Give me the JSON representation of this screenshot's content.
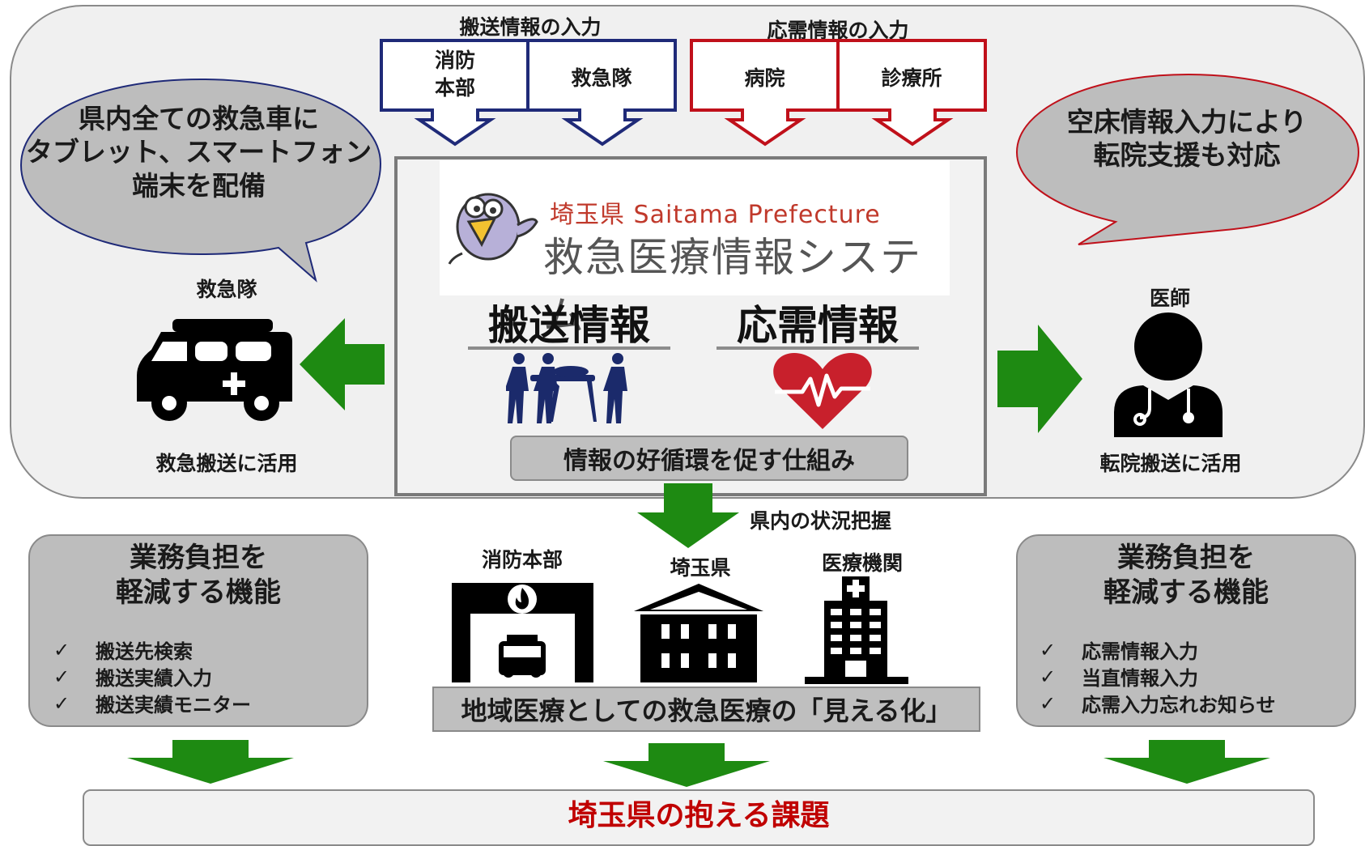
{
  "inputs": {
    "transport": {
      "title": "搬送情報の入力",
      "boxes": [
        "消防\n本部",
        "救急隊"
      ]
    },
    "response": {
      "title": "応需情報の入力",
      "boxes": [
        "病院",
        "診療所"
      ]
    }
  },
  "system": {
    "logo_prefecture": "埼玉県",
    "logo_english": "Saitama Prefecture",
    "logo_name": "救急医療情報システム",
    "transport_heading": "搬送情報",
    "response_heading": "応需情報",
    "cycle_label": "情報の好循環を促す仕組み"
  },
  "left": {
    "bubble": [
      "県内全ての救急車に",
      "タブレット、スマートフォン",
      "端末を配備"
    ],
    "actor_label": "救急隊",
    "usage_label": "救急搬送に活用"
  },
  "right": {
    "bubble": [
      "空床情報入力により",
      "転院支援も対応"
    ],
    "actor_label": "医師",
    "usage_label": "転院搬送に活用"
  },
  "center_flow": {
    "grasp_label": "県内の状況把握",
    "orgs": [
      "消防本部",
      "埼玉県",
      "医療機関"
    ],
    "visualization_label": "地域医療としての救急医療の「見える化」"
  },
  "left_features": {
    "title": [
      "業務負担を",
      "軽減する機能"
    ],
    "items": [
      "搬送先検索",
      "搬送実績入力",
      "搬送実績モニター"
    ]
  },
  "right_features": {
    "title": [
      "業務負担を",
      "軽減する機能"
    ],
    "items": [
      "応需情報入力",
      "当直情報入力",
      "応需入力忘れお知らせ"
    ]
  },
  "bottom": {
    "issue_label": "埼玉県の抱える課題"
  },
  "check_mark": "✓",
  "colors": {
    "transport_input": "#1f2a78",
    "response_input": "#c0101a",
    "green_arrow": "#1e8a12",
    "issue_red": "#c00000",
    "heart_red": "#c8202c",
    "people_navy": "#1b2a6b"
  },
  "icons": [
    "ambulance-icon",
    "doctor-icon",
    "stretcher-icon",
    "heartbeat-icon",
    "fire-station-icon",
    "government-building-icon",
    "hospital-icon",
    "bird-mascot-icon"
  ]
}
